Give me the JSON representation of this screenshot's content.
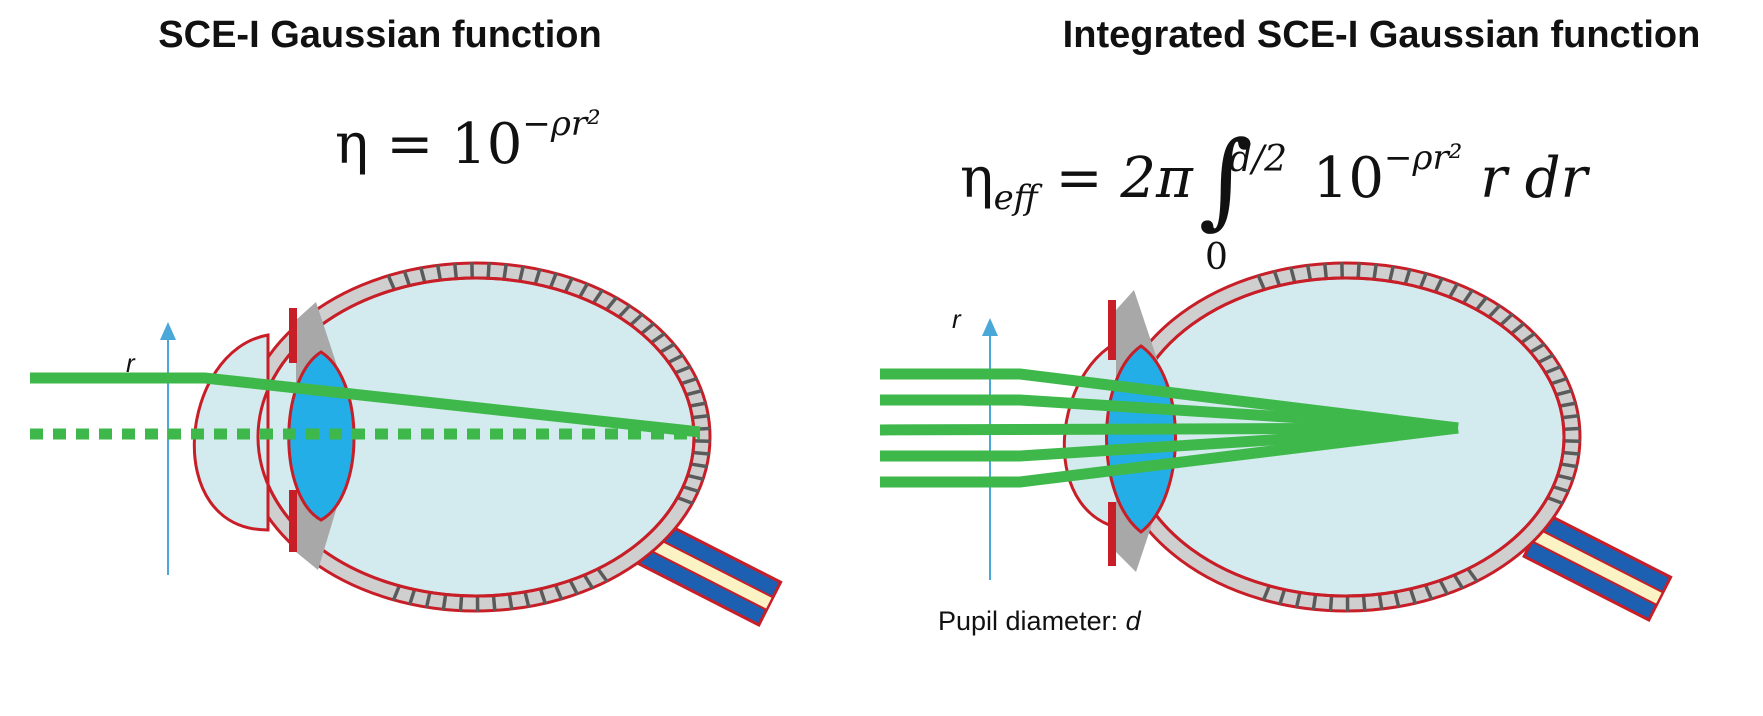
{
  "left_panel": {
    "title": "SCE-I Gaussian function",
    "formula": {
      "lhs": "η",
      "equals": "=",
      "base": "10",
      "exponent": "−ρr²"
    },
    "axis_label": "r"
  },
  "right_panel": {
    "title": "Integrated SCE-I Gaussian function",
    "formula": {
      "lhs": "η",
      "lhs_subscript": "eff",
      "equals": "=",
      "coefficient": "2π",
      "integral": "∫",
      "upper_limit": "d/2",
      "lower_limit": "0",
      "base": "10",
      "exponent": "−ρr²",
      "integrand_tail": "r dr"
    },
    "axis_label": "r",
    "pupil_label": "Pupil diameter: ",
    "pupil_var": "d"
  },
  "colors": {
    "ray": "#3fb84b",
    "axis": "#4aa8d8",
    "eye_fill": "#d3ebee",
    "eye_outline": "#c81e28",
    "lens": "#23aee8",
    "iris": "#c81e28",
    "retina_band": "#cfcfcf",
    "optic_nerve": "#1d5fb0"
  }
}
